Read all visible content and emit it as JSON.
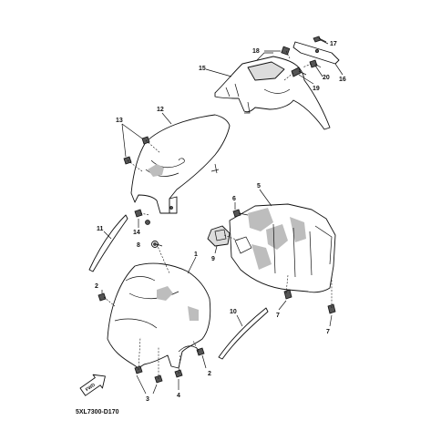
{
  "diagram": {
    "code": "5XL7300-D170",
    "fwd_label": "FWD",
    "callouts": {
      "c1": "1",
      "c2a": "2",
      "c2b": "2",
      "c3": "3",
      "c4": "4",
      "c5": "5",
      "c6": "6",
      "c7a": "7",
      "c7b": "7",
      "c8": "8",
      "c9": "9",
      "c10": "10",
      "c11": "11",
      "c12": "12",
      "c13": "13",
      "c14": "14",
      "c15": "15",
      "c16": "16",
      "c17": "17",
      "c18": "18",
      "c19": "19",
      "c20": "20"
    }
  }
}
